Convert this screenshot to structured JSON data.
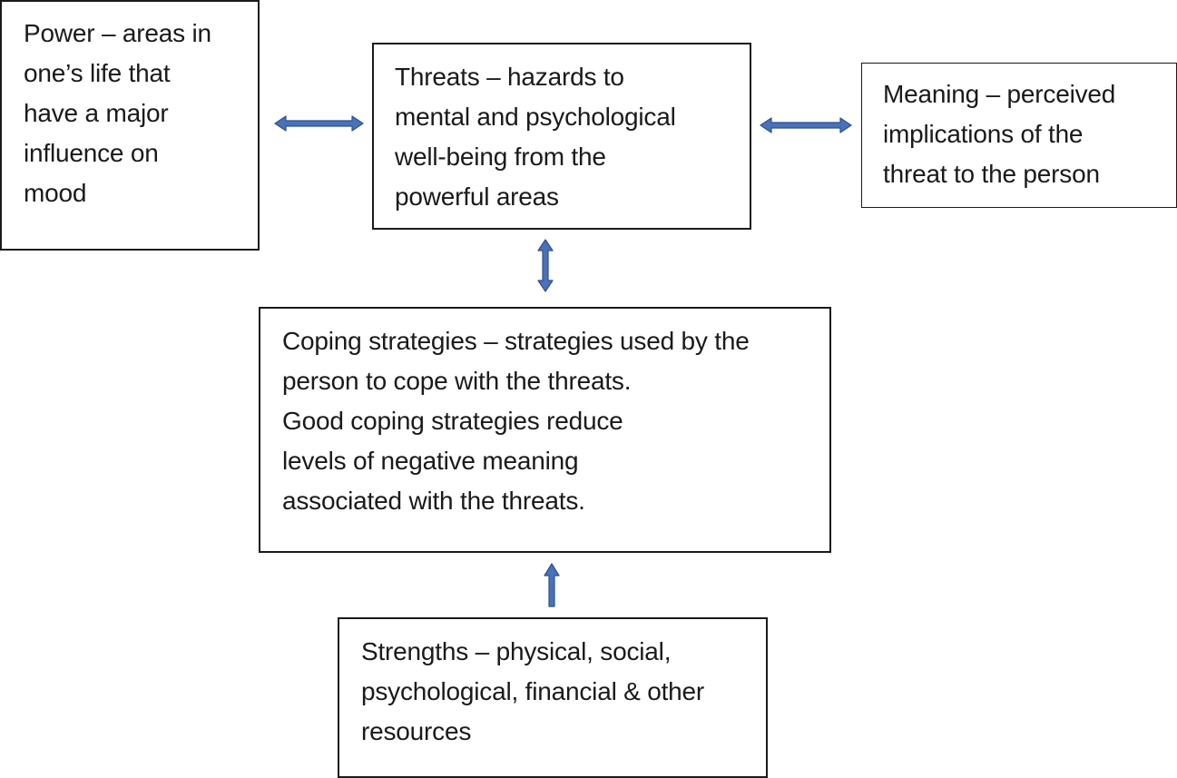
{
  "colors": {
    "arrow_fill": "#4a72b8",
    "arrow_stroke": "#2f4f8f",
    "border": "#1a1a1a"
  },
  "boxes": {
    "power": {
      "term": "Power",
      "lines": [
        " – areas in",
        "one’s life that",
        "have a major",
        "influence on",
        "mood"
      ]
    },
    "threats": {
      "term": "Threats",
      "lines": [
        " – hazards to",
        "mental and psychological",
        "well-being from the",
        "powerful areas"
      ]
    },
    "meaning": {
      "term": "Meaning",
      "lines": [
        " – perceived",
        "implications of the",
        "threat to the person"
      ]
    },
    "coping": {
      "term": "Coping strategies",
      "lines": [
        " – strategies used by the",
        "person to cope with the threats.",
        "Good coping strategies reduce",
        "levels of negative meaning",
        "associated with the threats."
      ]
    },
    "strengths": {
      "term": "Strengths",
      "lines": [
        " – physical, social,",
        "psychological, financial & other",
        "resources"
      ]
    }
  },
  "connectors": [
    {
      "from": "power",
      "to": "threats",
      "direction": "bidirectional"
    },
    {
      "from": "threats",
      "to": "meaning",
      "direction": "bidirectional"
    },
    {
      "from": "threats",
      "to": "coping",
      "direction": "bidirectional"
    },
    {
      "from": "strengths",
      "to": "coping",
      "direction": "unidirectional"
    }
  ]
}
